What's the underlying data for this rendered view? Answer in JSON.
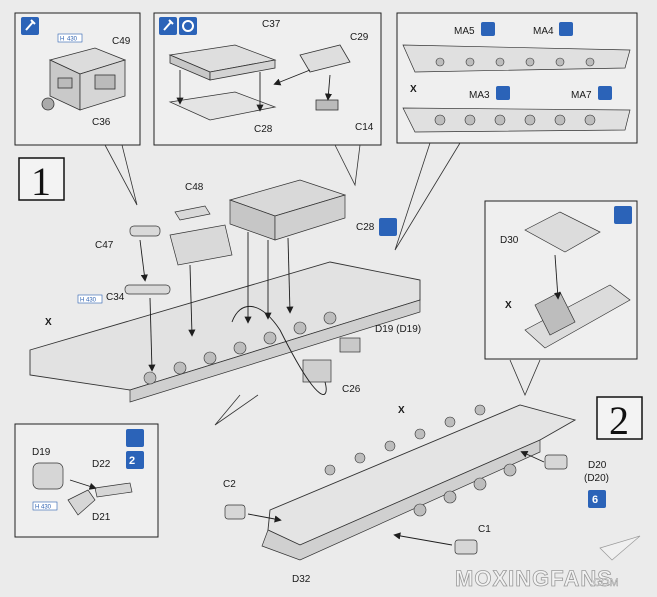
{
  "steps": {
    "one": "1",
    "two": "2"
  },
  "insets": {
    "engine": {
      "part_main": "C49",
      "part_sub": "C36",
      "paint_code": "430"
    },
    "radiator": {
      "top": "C37",
      "bottom": "C28",
      "pipe": "C29",
      "small": "C14"
    },
    "hull_side": {
      "ma5": "MA5",
      "ma4": "MA4",
      "ma3": "MA3",
      "ma7": "MA7",
      "x": "X"
    },
    "suspension": {
      "d19": "D19",
      "d22": "D22",
      "d21": "D21",
      "paint_code": "430",
      "count": "2"
    },
    "sprocket": {
      "d30": "D30",
      "x": "X"
    }
  },
  "main": {
    "c48": "C48",
    "c47": "C47",
    "c34": "C34",
    "x": "X",
    "c28": "C28",
    "d19": "D19 (D19)",
    "c26": "C26",
    "paint_code": "430"
  },
  "step2": {
    "x": "X",
    "c2": "C2",
    "c1": "C1",
    "d32": "D32",
    "d20": "D20",
    "d20_alt": "(D20)",
    "count": "6"
  },
  "watermark": {
    "brand": "MOXINGFANS",
    "suffix": ".COM"
  },
  "colors": {
    "icon_blue": "#2b63b8",
    "paint_code_blue": "#2a5fb0",
    "line": "#1e1e1e"
  }
}
